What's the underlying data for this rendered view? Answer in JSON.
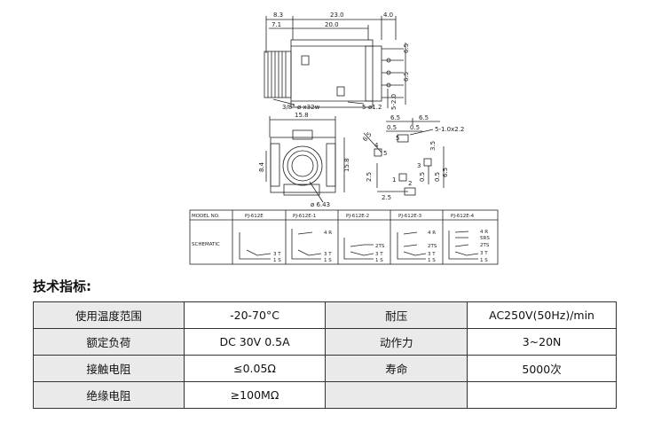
{
  "drawing": {
    "top_view": {
      "dims": [
        "8.3",
        "23.0",
        "4.0",
        "7.1",
        "20.0",
        "6.5",
        "6.5",
        "3/8\"-ø x32w",
        "5-ø1.2",
        "5-2.0"
      ]
    },
    "front_view": {
      "dims": [
        "15.8",
        "8.4",
        "15.8",
        "ø 6.43"
      ]
    },
    "pin_view": {
      "dims": [
        "6.5",
        "6.5",
        "0.5",
        "0.5",
        "5-1.0x2.2",
        "6.5",
        "5",
        "3.5",
        "2.5",
        "2.5",
        "0.5",
        "6.5",
        "0.5"
      ],
      "pins": [
        "1",
        "2",
        "3",
        "4",
        "5"
      ]
    },
    "model_table": {
      "header": [
        "MODEL NO.",
        "PJ-612E",
        "PJ-612E-1",
        "PJ-612E-2",
        "PJ-612E-3",
        "PJ-612E-4"
      ],
      "row_label": "SCHEMATIC",
      "schematics": [
        [
          "3 T",
          "1 S"
        ],
        [
          "4 R",
          "3 T",
          "1 S"
        ],
        [
          "2TS",
          "3 T",
          "1 S"
        ],
        [
          "4 R",
          "2TS",
          "3 T",
          "1 S"
        ],
        [
          "4 R",
          "5RS",
          "2TS",
          "3 T",
          "1 S"
        ]
      ]
    }
  },
  "section_title": "技术指标:",
  "spec_rows": [
    [
      "使用温度范围",
      "-20-70°C",
      "耐压",
      "AC250V(50Hz)/min"
    ],
    [
      "额定负荷",
      "DC 30V 0.5A",
      "动作力",
      "3~20N"
    ],
    [
      "接触电阻",
      "≤0.05Ω",
      "寿命",
      "5000次"
    ],
    [
      "绝缘电阻",
      "≥100MΩ",
      "",
      ""
    ]
  ]
}
